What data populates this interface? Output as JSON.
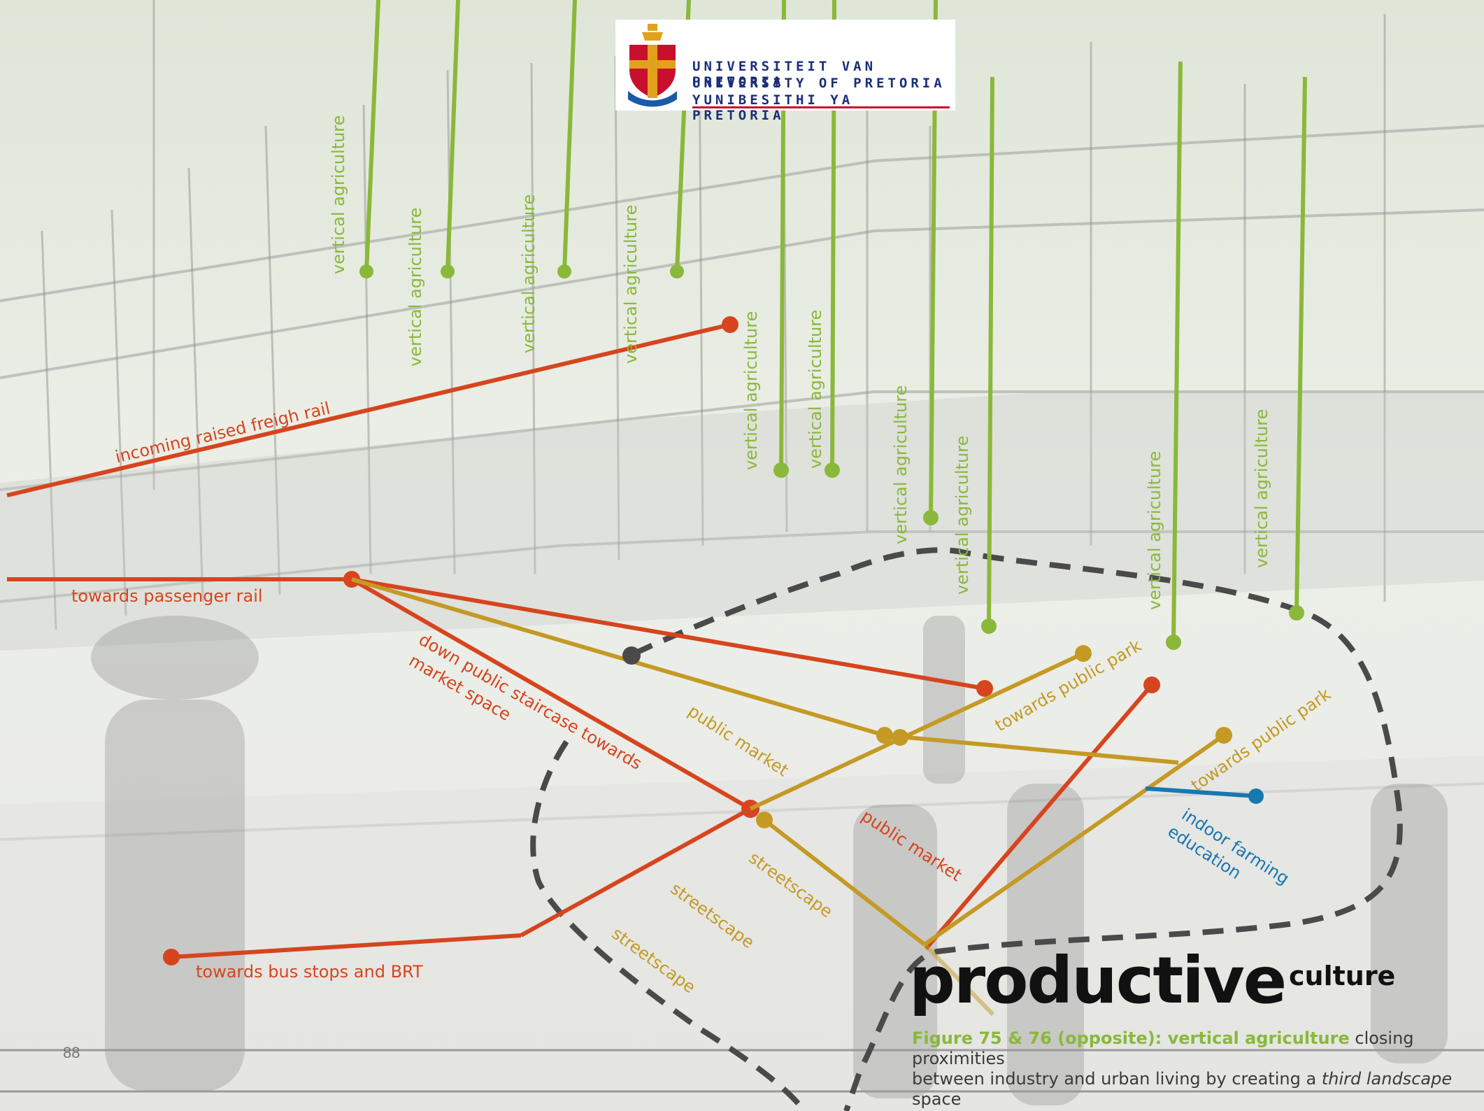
{
  "logo": {
    "lines": [
      "UNIVERSITEIT VAN PRETORIA",
      "UNIVERSITY OF PRETORIA",
      "YUNIBESITHI YA PRETORIA"
    ],
    "colors": {
      "text": "#1a2f7a",
      "shield_red": "#c8102e",
      "shield_gold": "#e0a21d",
      "shield_blue": "#1a5aa6"
    }
  },
  "labels": {
    "vertical_agriculture": "vertical agriculture",
    "incoming_rail": "incoming raised freigh rail",
    "passenger_rail": "towards passenger rail",
    "down_public": "down  public  staircase  towards",
    "market_space": "market space",
    "public_market_1": "public market",
    "public_market_2": "public market",
    "towards_public_park_1": "towards public park",
    "towards_public_park_2": "towards public park",
    "indoor_farming": "indoor farming",
    "education": "education",
    "streetscape_1": "streetscape",
    "streetscape_2": "streetscape",
    "streetscape_3": "streetscape",
    "bus_stops": "towards bus stops and BRT"
  },
  "title": {
    "main": "productive",
    "superscript": "culture"
  },
  "caption": {
    "figure_ref": "Figure 75 & 76 (opposite): vertical agriculture",
    "text_1": " closing proximities",
    "text_2": "between industry and urban living by creating a ",
    "emphasis": "third landscape",
    "text_3": " space"
  },
  "page_number": "88",
  "colors": {
    "green": "#8ab83a",
    "red": "#d6451e",
    "gold": "#c49a25",
    "blue": "#1878b0",
    "dash": "#4a4a4a"
  }
}
